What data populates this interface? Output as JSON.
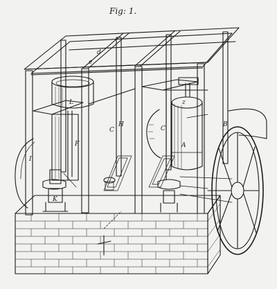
{
  "figure": {
    "title": "Fig: 1.",
    "labels": {
      "d_top": "d",
      "e_top": "e",
      "L": "L",
      "C_left": "C",
      "F": "F",
      "H": "H",
      "K": "K",
      "I": "I",
      "z": "z",
      "B": "B",
      "A": "A",
      "C_right": "C"
    }
  }
}
